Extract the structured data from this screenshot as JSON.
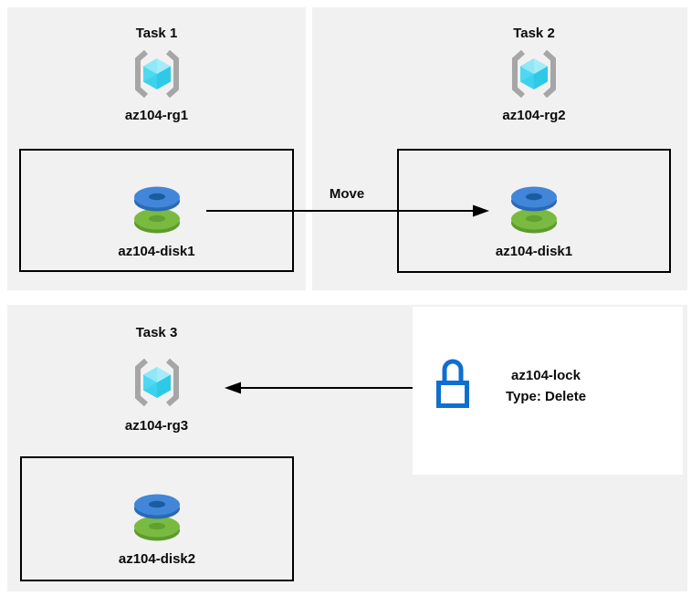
{
  "diagram": {
    "tasks": [
      {
        "title": "Task 1",
        "resource_group": "az104-rg1",
        "disk": "az104-disk1"
      },
      {
        "title": "Task 2",
        "resource_group": "az104-rg2",
        "disk": "az104-disk1"
      },
      {
        "title": "Task 3",
        "resource_group": "az104-rg3",
        "disk": "az104-disk2"
      }
    ],
    "move_arrow": {
      "label": "Move"
    },
    "lock": {
      "name": "az104-lock",
      "type_label": "Type: Delete"
    },
    "colors": {
      "panel_bg": "#f1f1f1",
      "box_border": "#000000",
      "arrow": "#000000",
      "bracket_gray": "#a6a6a6",
      "cube_top": "#a5ecfa",
      "cube_left": "#4fd9f1",
      "cube_right": "#2fc9e8",
      "disk_blue_top": "#4186d8",
      "disk_blue_rim": "#2a69b5",
      "disk_blue_hole": "#1b5c9e",
      "disk_green_top": "#79bb40",
      "disk_green_rim": "#5d9b2d",
      "disk_green_hole": "#619f33",
      "lock_blue": "#0f6fd0"
    }
  }
}
